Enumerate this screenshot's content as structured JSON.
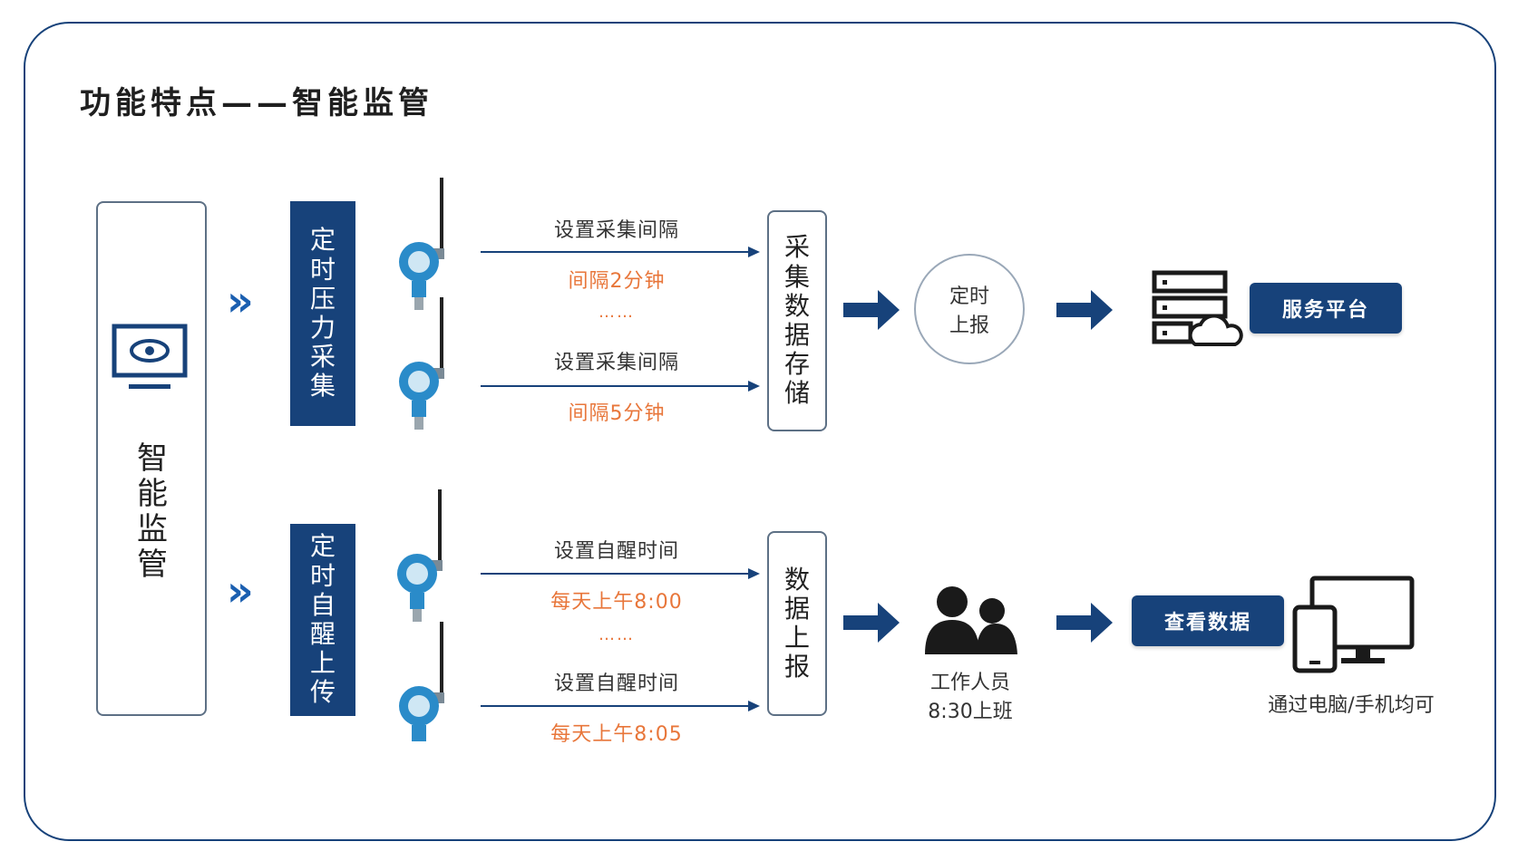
{
  "title": "功能特点——智能监管",
  "left_panel": {
    "label_chars": [
      "智",
      "能",
      "监",
      "管"
    ]
  },
  "chevron": "»",
  "top_row": {
    "bar_chars": [
      "定",
      "时",
      "压",
      "力",
      "采",
      "集"
    ],
    "flows": [
      {
        "label": "设置采集间隔",
        "value": "间隔2分钟"
      },
      {
        "label": "设置采集间隔",
        "value": "间隔5分钟"
      }
    ],
    "dots": "……",
    "storage_chars": [
      "采",
      "集",
      "数",
      "据",
      "存",
      "储"
    ],
    "circle_lines": [
      "定时",
      "上报"
    ],
    "server_label": "服务平台"
  },
  "bottom_row": {
    "bar_chars": [
      "定",
      "时",
      "自",
      "醒",
      "上",
      "传"
    ],
    "flows": [
      {
        "label": "设置自醒时间",
        "value": "每天上午8:00"
      },
      {
        "label": "设置自醒时间",
        "value": "每天上午8:05"
      }
    ],
    "dots": "……",
    "report_chars": [
      "数",
      "据",
      "上",
      "报"
    ],
    "staff_lines": [
      "工作人员",
      "8:30上班"
    ],
    "view_label": "查看数据",
    "device_caption": "通过电脑/手机均可"
  },
  "colors": {
    "navy": "#17427a",
    "blue": "#1b5fb0",
    "orange": "#e8763a",
    "sensor": "#2a8bc9"
  }
}
